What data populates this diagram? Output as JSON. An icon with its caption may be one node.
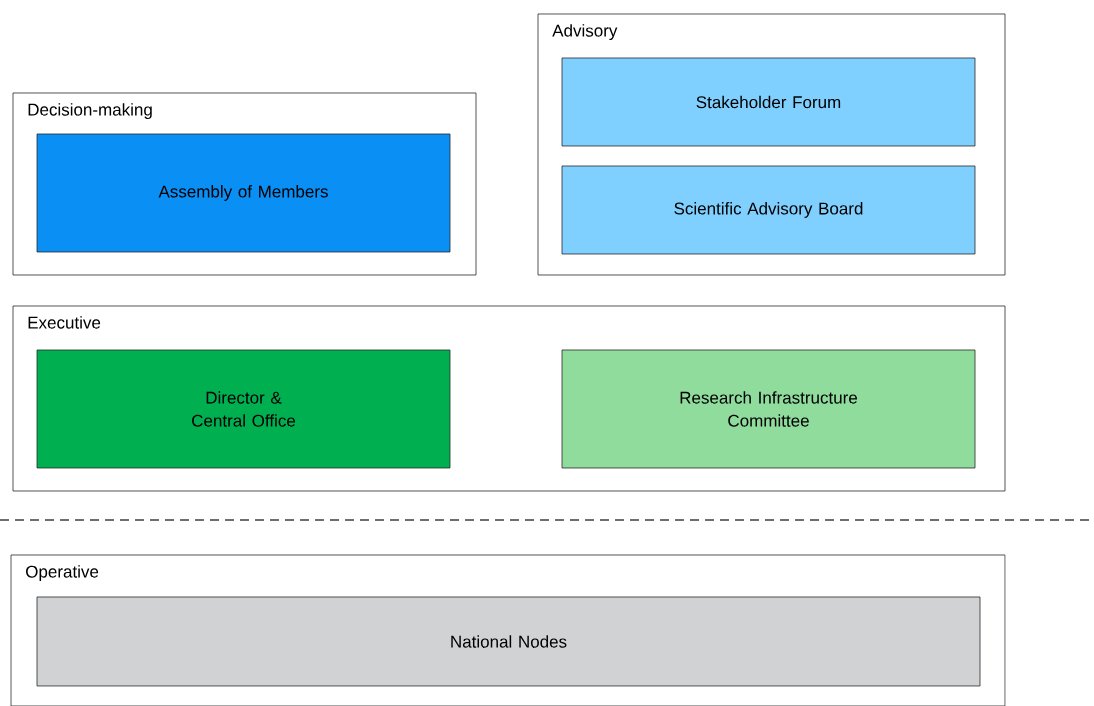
{
  "diagram": {
    "nodes": [
      {
        "text": [
          "Decision-making"
        ]
      },
      {
        "text": [
          "Assembly of Members"
        ],
        "in": 0
      },
      {
        "text": [
          "Advisory"
        ]
      },
      {
        "text": [
          "Stakeholder Forum"
        ],
        "in": 2
      },
      {
        "text": [
          "Scientific Advisory Board"
        ],
        "in": 2
      },
      {
        "text": [
          "Executive"
        ]
      },
      {
        "text": [
          "Director & Central Office"
        ],
        "in": 5
      },
      {
        "text": [
          "Research Infrastructure Committee"
        ],
        "in": 5
      },
      {
        "text": [
          "Operative"
        ]
      },
      {
        "text": [
          "National Nodes"
        ],
        "in": 8
      }
    ]
  }
}
